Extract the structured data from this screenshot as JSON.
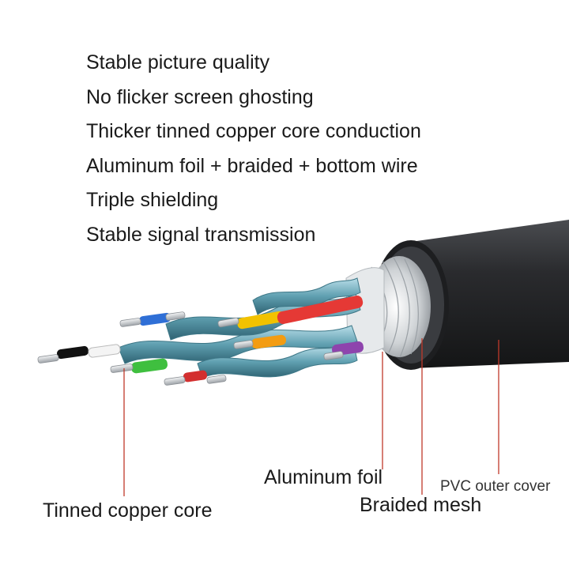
{
  "features": [
    "Stable picture quality",
    "No flicker screen ghosting",
    "Thicker tinned copper core conduction",
    "Aluminum foil + braided + bottom wire",
    "Triple shielding",
    "Stable signal transmission"
  ],
  "callouts": {
    "tinned_copper_core": "Tinned copper core",
    "aluminum_foil": "Aluminum foil",
    "braided_mesh": "Braided mesh",
    "pvc_outer_cover": "PVC outer cover"
  },
  "colors": {
    "pvc_jacket": "#232426",
    "foil_pair_shield": "#5f9fb0",
    "callout_line": "#c0392b",
    "wire_blue": "#2f6fd6",
    "wire_yellow": "#f2c200",
    "wire_red": "#e53935",
    "wire_orange": "#f39c12",
    "wire_green": "#3fbf3f",
    "wire_purple": "#8e44ad",
    "wire_black": "#111111",
    "tinned_copper": "#c9cdd1"
  }
}
